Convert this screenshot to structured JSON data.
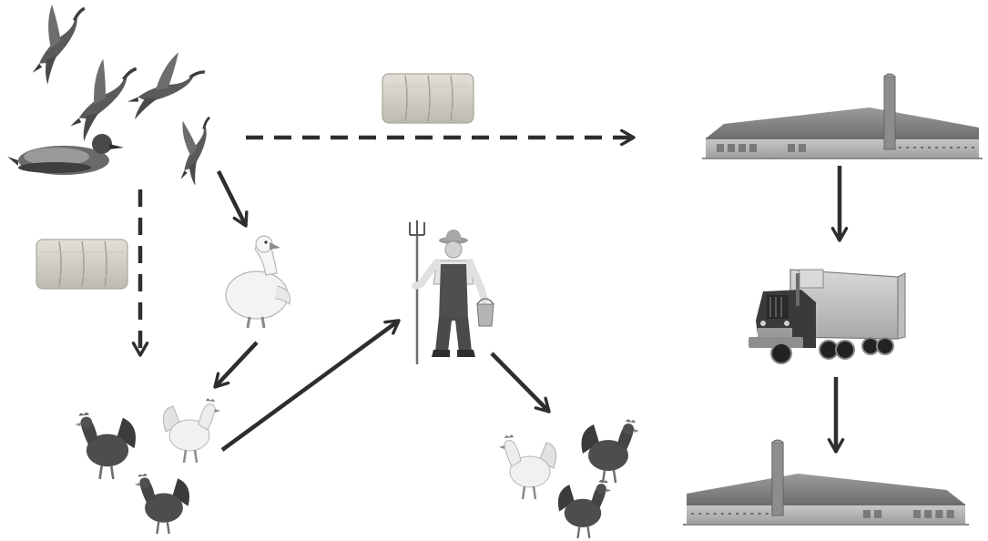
{
  "diagram": {
    "type": "avian-disease-transmission-pathways",
    "text_labels": [],
    "nodes": [
      {
        "id": "wild-waterfowl",
        "icon": "wild-geese-and-duck"
      },
      {
        "id": "hay-bale-top",
        "icon": "hay-bale"
      },
      {
        "id": "hay-bale-left",
        "icon": "hay-bale"
      },
      {
        "id": "domestic-goose",
        "icon": "white-goose"
      },
      {
        "id": "backyard-chickens",
        "icon": "chickens"
      },
      {
        "id": "farmer",
        "icon": "farmer-with-pitchfork-and-bucket"
      },
      {
        "id": "farm-chickens",
        "icon": "chickens"
      },
      {
        "id": "poultry-house-1",
        "icon": "poultry-barn-with-silo"
      },
      {
        "id": "truck",
        "icon": "semi-truck"
      },
      {
        "id": "poultry-house-2",
        "icon": "poultry-barn-with-silo"
      }
    ],
    "edges": [
      {
        "from": "wild-waterfowl",
        "to": "poultry-house-1",
        "style": "dashed",
        "via": "hay-bale-top"
      },
      {
        "from": "wild-waterfowl",
        "to": "backyard-chickens",
        "style": "dashed",
        "via": "hay-bale-left"
      },
      {
        "from": "wild-waterfowl",
        "to": "domestic-goose",
        "style": "solid"
      },
      {
        "from": "domestic-goose",
        "to": "backyard-chickens",
        "style": "solid"
      },
      {
        "from": "backyard-chickens",
        "to": "farmer",
        "style": "solid"
      },
      {
        "from": "farmer",
        "to": "farm-chickens",
        "style": "solid"
      },
      {
        "from": "poultry-house-1",
        "to": "truck",
        "style": "solid"
      },
      {
        "from": "truck",
        "to": "poultry-house-2",
        "style": "solid"
      }
    ],
    "colors": {
      "arrow": "#2e2e2e",
      "hay": "#d2d0c8",
      "barn_roof": "#8a8a8a",
      "barn_wall": "#b5b5b5",
      "chicken_dark": "#4a4a4a",
      "chicken_light": "#ececec",
      "goose_dark": "#555555"
    }
  }
}
